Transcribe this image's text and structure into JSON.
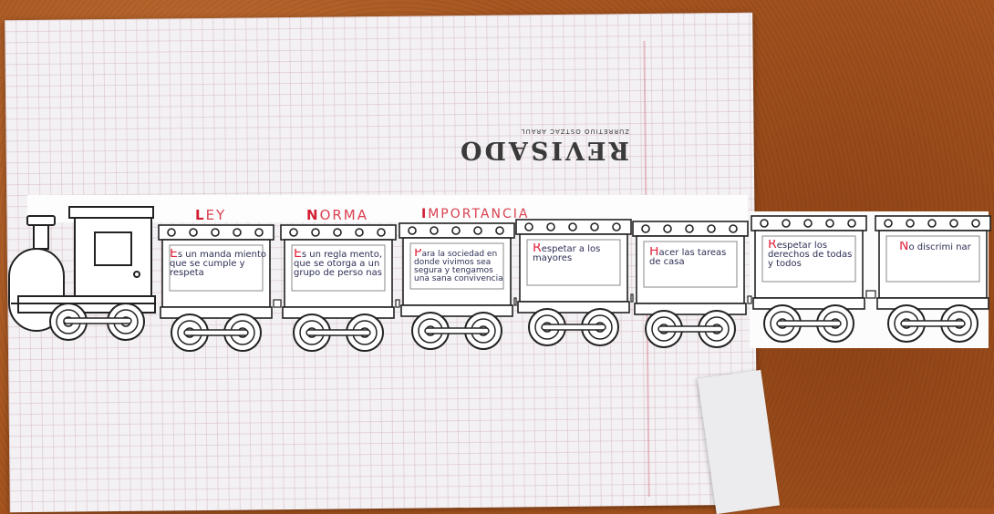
{
  "stamp": {
    "text": "REVISADO",
    "subtext": "ZURRETIUO OSTZAC ARAUL"
  },
  "titles": [
    {
      "first": "L",
      "rest": "EY"
    },
    {
      "first": "N",
      "rest": "ORMA"
    },
    {
      "first": "I",
      "rest": "MPORTANCIA"
    }
  ],
  "cars": [
    {
      "initial": "E",
      "text": "s un manda miento que se cumple y respeta"
    },
    {
      "initial": "E",
      "text": "s un regla mento, que se otorga a un grupo de perso nas"
    },
    {
      "initial": "P",
      "text": "ara la sociedad en donde vivimos sea segura y tengamos una sana convivencia"
    },
    {
      "initial": "R",
      "text": "espetar a los mayores"
    },
    {
      "initial": "H",
      "text": "acer las tareas de casa"
    },
    {
      "initial": "R",
      "text": "espetar los derechos de todas y todos"
    },
    {
      "initial": "N",
      "text": "o discrimi nar"
    }
  ],
  "colors": {
    "ink_red": "#e0263e",
    "ink_blue": "#2d2f55",
    "table": "#a85620",
    "paper": "#f3f1f3"
  }
}
